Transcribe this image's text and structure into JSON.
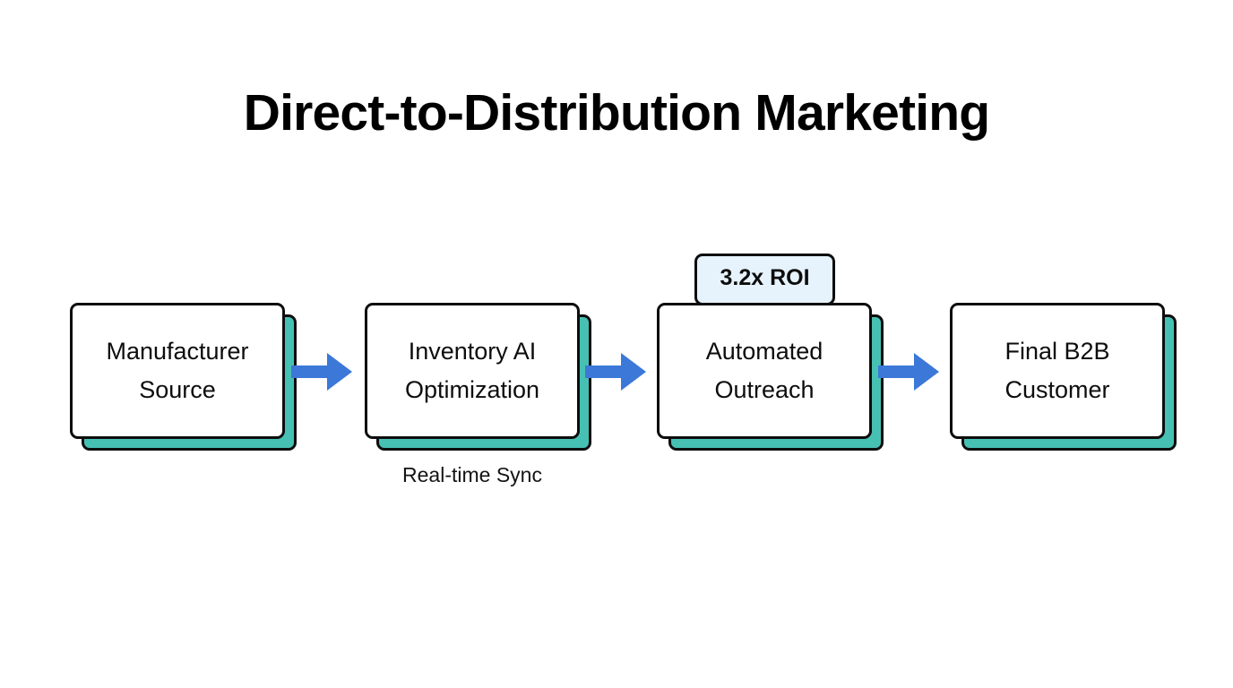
{
  "page": {
    "title": "Direct-to-Distribution Marketing",
    "background_color": "#ffffff"
  },
  "theme": {
    "node_fill": "#ffffff",
    "node_border": "#0d0d0d",
    "node_shadow": "#47c0b4",
    "arrow_color": "#3b78d8",
    "badge_fill": "#e6f3fc",
    "text_color": "#0d0d0d"
  },
  "diagram": {
    "type": "process-flow",
    "orientation": "horizontal",
    "nodes": [
      {
        "id": "manufacturer-source",
        "label": "Manufacturer\nSource"
      },
      {
        "id": "inventory-ai-optimization",
        "label": "Inventory AI\nOptimization"
      },
      {
        "id": "automated-outreach",
        "label": "Automated\nOutreach"
      },
      {
        "id": "final-b2b-customer",
        "label": "Final B2B\nCustomer"
      }
    ],
    "arrows": [
      {
        "id": "arrow-1",
        "from": "manufacturer-source",
        "to": "inventory-ai-optimization"
      },
      {
        "id": "arrow-2",
        "from": "inventory-ai-optimization",
        "to": "automated-outreach"
      },
      {
        "id": "arrow-3",
        "from": "automated-outreach",
        "to": "final-b2b-customer"
      }
    ],
    "badges": [
      {
        "id": "roi-badge",
        "label": "3.2x ROI",
        "attached_to": "automated-outreach"
      }
    ],
    "captions": [
      {
        "id": "sync-caption",
        "label": "Real-time Sync",
        "attached_to": "inventory-ai-optimization"
      }
    ]
  }
}
